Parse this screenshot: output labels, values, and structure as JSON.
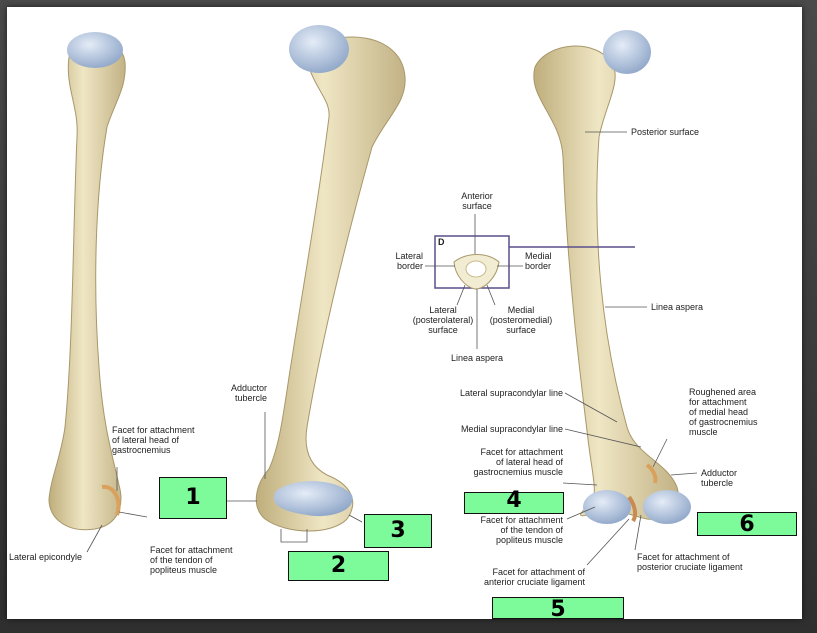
{
  "colors": {
    "frame": "#3d3d3d",
    "bone": "#e6dcb4",
    "bone_shade": "#c8b98a",
    "cartilage": "#b9cbe6",
    "label_box": "#7dfa9a",
    "purple_line": "#5a4e8c"
  },
  "labels": {
    "adductor_tubercle_mid": "Adductor\ntubercle",
    "facet_lateral_head_left": "Facet for attachment\nof lateral head of\ngastrocnemius",
    "lateral_epicondyle": "Lateral epicondyle",
    "facet_popliteus_left": "Facet for attachment\nof the tendon of\npopliteus muscle",
    "posterior_surface": "Posterior surface",
    "anterior_surface": "Anterior\nsurface",
    "inset_letter": "D",
    "lateral_border": "Lateral\nborder",
    "medial_border": "Medial\nborder",
    "lateral_posterolateral_surface": "Lateral\n(posterolateral)\nsurface",
    "medial_posteromedial_surface": "Medial\n(posteromedial)\nsurface",
    "linea_aspera_inset": "Linea aspera",
    "linea_aspera": "Linea aspera",
    "lateral_supracondylar_line": "Lateral supracondylar line",
    "medial_supracondylar_line": "Medial supracondylar line",
    "facet_lateral_head_right": "Facet for attachment\nof lateral head of\ngastrocnemius muscle",
    "roughened_area": "Roughened area\nfor attachment\nof medial head\nof gastrocnemius\nmuscle",
    "adductor_tubercle_right": "Adductor\ntubercle",
    "facet_popliteus_right": "Facet for attachment\nof the tendon of\npopliteus muscle",
    "facet_anterior_cruciate": "Facet for attachment of\nanterior cruciate ligament",
    "facet_posterior_cruciate": "Facet for attachment of\nposterior cruciate ligament"
  },
  "answer_boxes": {
    "box1": "1",
    "box2": "2",
    "box3": "3",
    "box4": "4",
    "box5": "5",
    "box6": "6"
  }
}
